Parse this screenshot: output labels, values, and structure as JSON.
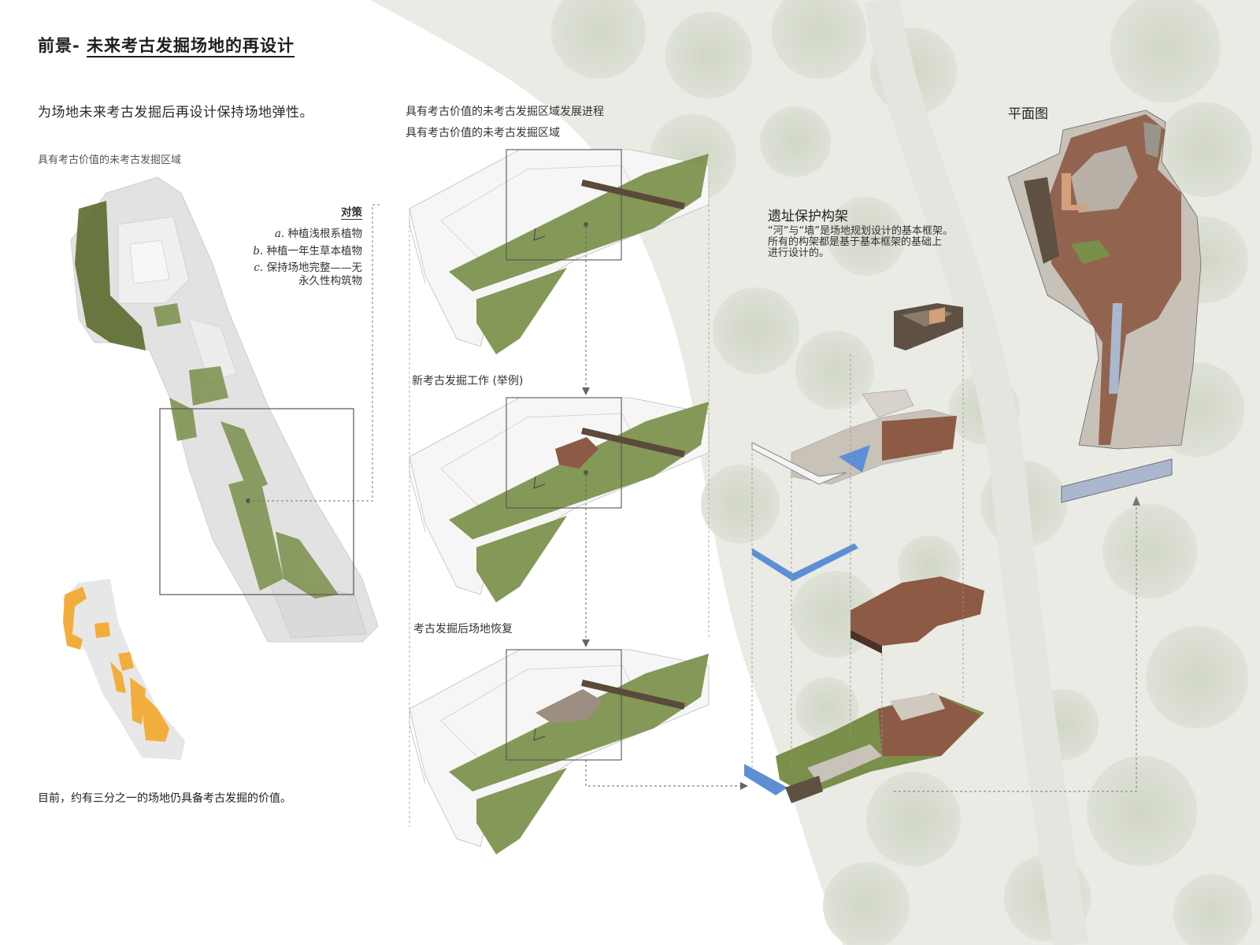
{
  "title": {
    "prefix": "前景-",
    "main": "未来考古发掘场地的再设计"
  },
  "subtitle": "为场地未来考古发掘后再设计保持场地弹性。",
  "left_label": "具有考古价值的未考古发掘区域",
  "strategy": {
    "heading": "对策",
    "items": [
      {
        "letter": "a.",
        "text": "种植浅根系植物"
      },
      {
        "letter": "b.",
        "text": "种植一年生草本植物"
      },
      {
        "letter": "c.",
        "text": "保持场地完整——无",
        "text2": "永久性构筑物"
      }
    ]
  },
  "bottom_note": "目前，约有三分之一的场地仍具备考古发掘的价值。",
  "process": {
    "heading": "具有考古价值的未考古发掘区域发展进程",
    "stage1": "具有考古价值的未考古发掘区域",
    "stage2": "新考古发掘工作 (举例)",
    "stage3": "考古发掘后场地恢复"
  },
  "frame": {
    "heading": "遗址保护构架",
    "description_lines": [
      "“河”与“墙”是场地规划设计的基本框架。",
      "所有的构架都是基于基本框架的基础上",
      "进行设计的。"
    ]
  },
  "plan_heading": "平面图",
  "colors": {
    "grass": "#7a8f4a",
    "hedge": "#5b6b2e",
    "orange": "#f2ae3c",
    "water_blue": "#5d8fd6",
    "soil": "#8c5a45",
    "guide_line": "#888888"
  }
}
